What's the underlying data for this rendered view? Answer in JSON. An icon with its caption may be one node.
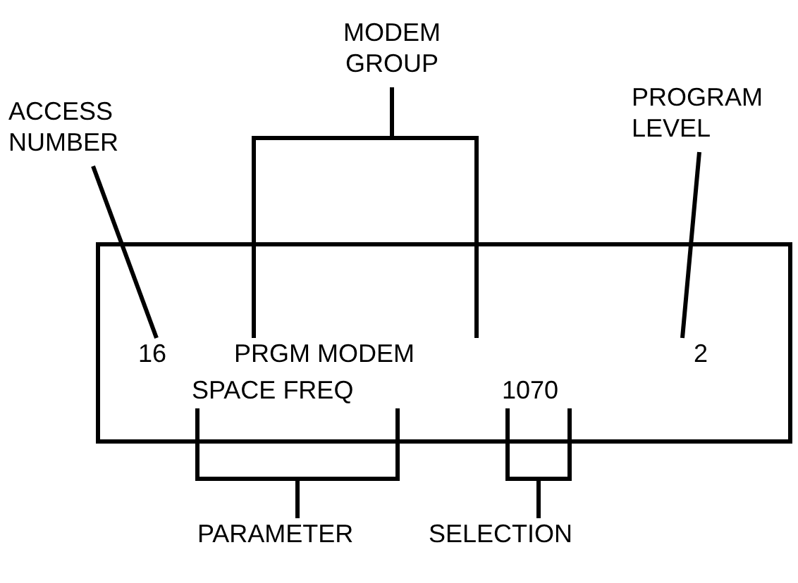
{
  "diagram": {
    "nodes": [
      {
        "text": [
          "MODEM GROUP"
        ]
      },
      {
        "text": [
          "ACCESS NUMBER"
        ]
      },
      {
        "text": [
          "PROGRAM LEVEL"
        ]
      },
      {
        "text": [],
        "shape": "box"
      },
      {
        "text": [
          "16"
        ],
        "in": 3
      },
      {
        "text": [
          "PRGM MODEM"
        ],
        "in": 3
      },
      {
        "text": [
          "2"
        ],
        "in": 3
      },
      {
        "text": [
          "SPACE FREQ"
        ],
        "in": 3
      },
      {
        "text": [
          "1070"
        ],
        "in": 3
      },
      {
        "text": [
          "PARAMETER"
        ]
      },
      {
        "text": [
          "SELECTION"
        ]
      }
    ],
    "edges": [
      {
        "from": 1,
        "to": 4,
        "arrow": "none"
      },
      {
        "from": 0,
        "to": 5,
        "arrow": "none"
      },
      {
        "from": 2,
        "to": 6,
        "arrow": "none"
      },
      {
        "from": 9,
        "to": 7,
        "arrow": "none"
      },
      {
        "from": 10,
        "to": 8,
        "arrow": "none"
      }
    ]
  }
}
